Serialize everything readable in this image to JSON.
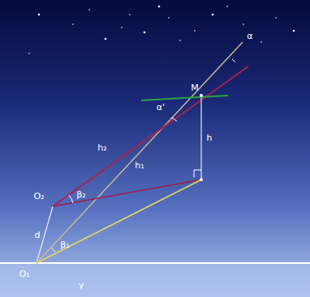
{
  "diagram": {
    "labels": [
      "α",
      "M",
      "α'",
      "h₂",
      "h₁",
      "h",
      "O₂",
      "β₂",
      "β₁",
      "d",
      "O₁",
      "γ"
    ]
  }
}
